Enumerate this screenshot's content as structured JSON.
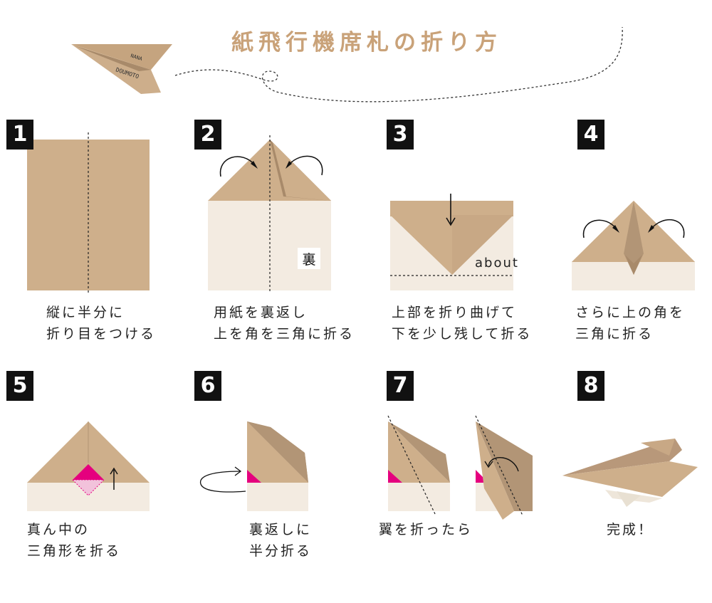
{
  "title": "紙飛行機席札の折り方",
  "header_plane": {
    "line1": "NANA",
    "line2": "DOUMOTO"
  },
  "colors": {
    "kraft": "#ceaf8b",
    "kraft_dark": "#b29576",
    "back": "#f3ebe1",
    "accent": "#e5007e",
    "title": "#c9a279"
  },
  "steps": [
    {
      "num": "1",
      "caption": [
        "縦に半分に",
        "折り目をつける"
      ]
    },
    {
      "num": "2",
      "caption": [
        "用紙を裏返し",
        "上を角を三角に折る"
      ],
      "label": "裏"
    },
    {
      "num": "3",
      "caption": [
        "上部を折り曲げて",
        "下を少し残して折る"
      ],
      "label": "about"
    },
    {
      "num": "4",
      "caption": [
        "さらに上の角を",
        "三角に折る"
      ]
    },
    {
      "num": "5",
      "caption": [
        "真ん中の",
        "三角形を折る"
      ]
    },
    {
      "num": "6",
      "caption": [
        "裏返しに",
        "半分折る"
      ]
    },
    {
      "num": "7",
      "caption": [
        "翼を折ったら"
      ]
    },
    {
      "num": "8",
      "caption": [
        "完成！"
      ]
    }
  ]
}
